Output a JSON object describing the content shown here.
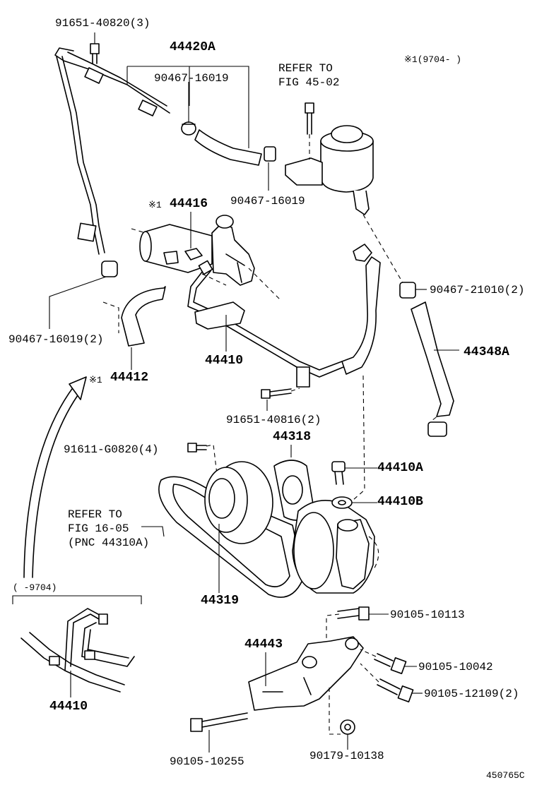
{
  "labels": {
    "p91651_40820": "91651-40820(3)",
    "p44420a": "44420A",
    "p90467_16019_top": "90467-16019",
    "refer_fig45_l1": "REFER TO",
    "refer_fig45_l2": "FIG 45-02",
    "note_9704": "※1(9704-  )",
    "p90467_16019_mid": "90467-16019",
    "p44416_mark": "※1",
    "p44416": "44416",
    "p90467_21010": "90467-21010(2)",
    "p44348a": "44348A",
    "p90467_16019_2": "90467-16019(2)",
    "p44410_main": "44410",
    "p44412_mark": "※1",
    "p44412": "44412",
    "p91651_40816": "91651-40816(2)",
    "p44318": "44318",
    "p91611_g0820": "91611-G0820(4)",
    "p44410a": "44410A",
    "p44410b": "44410B",
    "refer_fig16_l1": "REFER TO",
    "refer_fig16_l2": "FIG 16-05",
    "refer_fig16_l3": "(PNC 44310A)",
    "range_9704": "(  -9704)",
    "p44319": "44319",
    "p90105_10113": "90105-10113",
    "p44443": "44443",
    "p90105_10042": "90105-10042",
    "p90105_12109": "90105-12109(2)",
    "p44410_inset": "44410",
    "p90105_10255": "90105-10255",
    "p90179_10138": "90179-10138",
    "drawing_no": "450765C"
  }
}
